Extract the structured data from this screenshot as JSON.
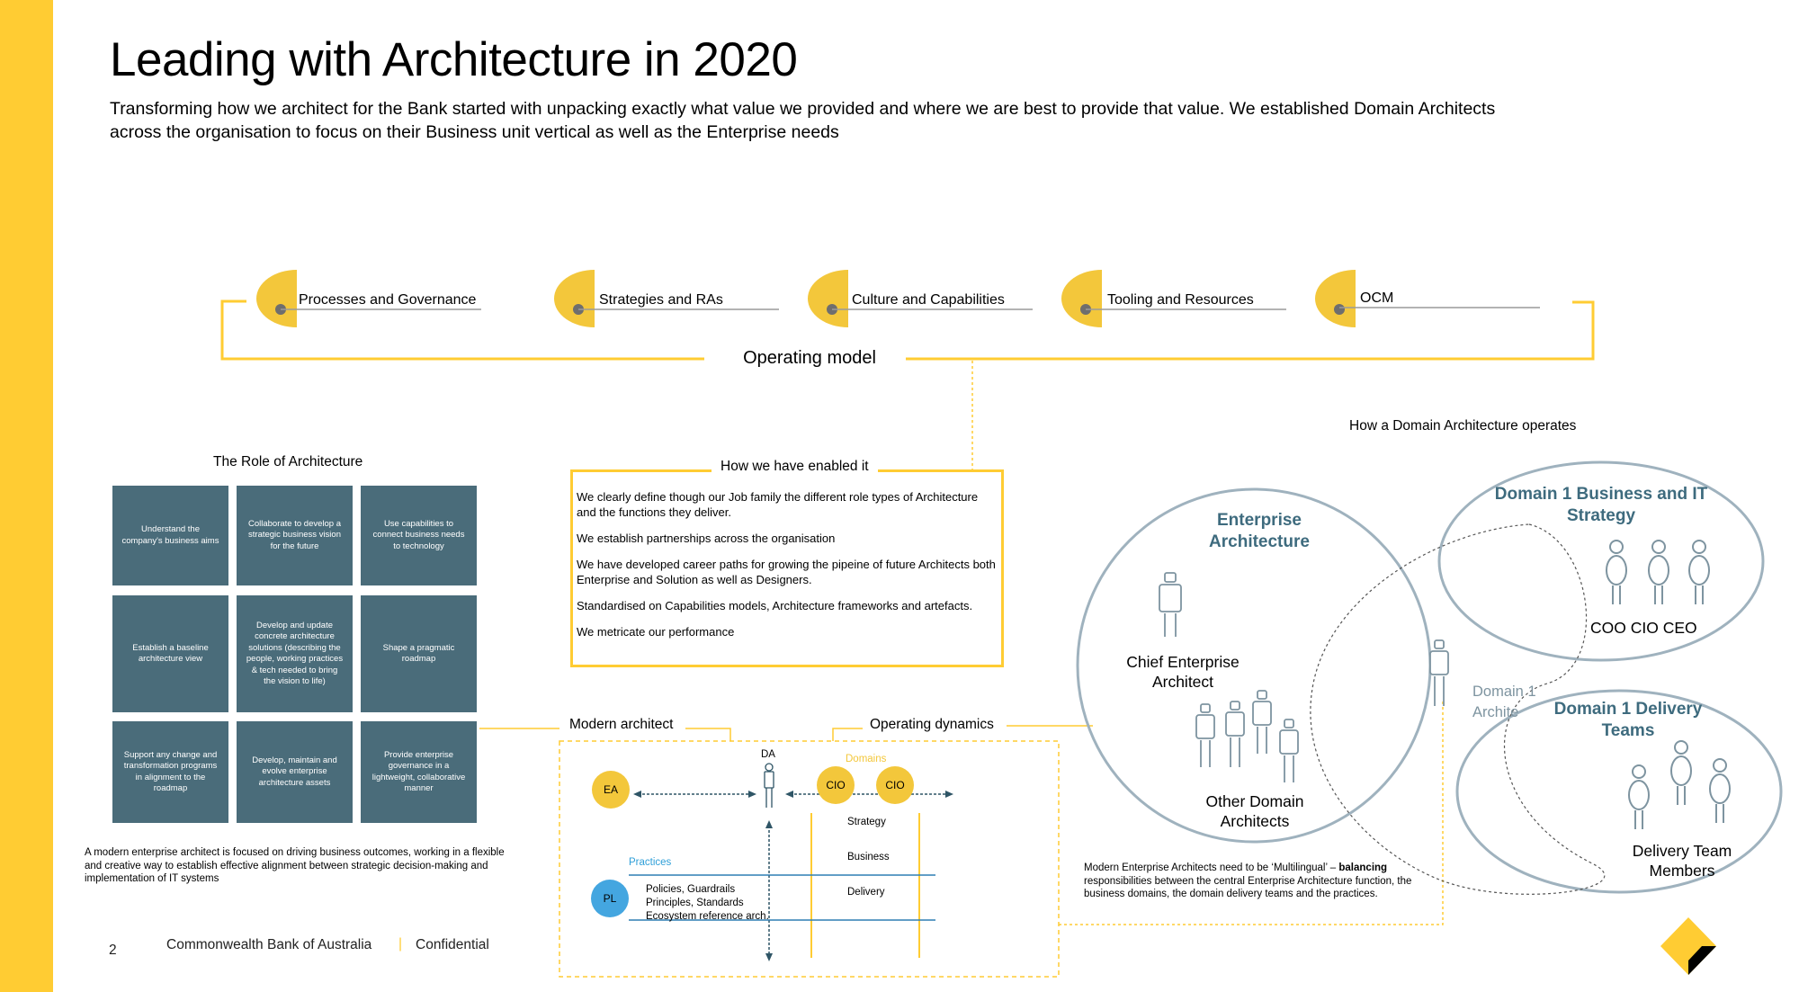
{
  "title": "Leading with Architecture in 2020",
  "intro": "Transforming how we architect for the Bank started with unpacking exactly what value we provided and where we are best to provide that value.  We established Domain Architects across the organisation to focus on their Business unit vertical as well as the Enterprise needs",
  "pillars": [
    "Processes and Governance",
    "Strategies and RAs",
    "Culture and Capabilities",
    "Tooling and Resources",
    "OCM"
  ],
  "operating_model": "Operating model",
  "role": {
    "heading": "The Role of Architecture",
    "tiles": [
      "Understand the company's business aims",
      "Collaborate to develop a strategic business vision for the future",
      "Use capabilities to connect business needs to technology",
      "Establish a baseline architecture view",
      "Develop and update concrete architecture solutions (describing the people, working practices & tech needed to bring the vision to life)",
      "Shape a pragmatic roadmap",
      "Support any change and transformation programs in alignment to the roadmap",
      "Develop, maintain and evolve enterprise architecture assets",
      "Provide enterprise governance in a lightweight, collaborative manner"
    ],
    "description": "A modern enterprise architect is focused on driving business outcomes, working in a flexible and creative way to establish effective alignment between strategic decision-making and implementation of IT systems"
  },
  "enabled": {
    "heading": "How we have enabled it",
    "items": [
      "We clearly define though our Job family the different role types of Architecture and the functions they deliver.",
      "We establish partnerships across the organisation",
      "We have developed career paths for growing the pipeine of future Architects both Enterprise and Solution as well as Designers.",
      "Standardised on Capabilities models, Architecture frameworks and artefacts.",
      "We metricate our performance"
    ]
  },
  "modern_architect": "Modern architect",
  "operating_dynamics": "Operating dynamics",
  "dynamics": {
    "ea": "EA",
    "da": "DA",
    "domains": "Domains",
    "cio1": "CIO",
    "cio2": "CIO",
    "practices": "Practices",
    "pl": "PL",
    "practices_text": [
      "Policies, Guardrails",
      "Principles, Standards",
      "Ecosystem reference arch."
    ],
    "rows": [
      "Strategy",
      "Business",
      "Delivery"
    ]
  },
  "domain_ops": {
    "heading": "How a Domain Architecture operates",
    "enterprise_title": "Enterprise Architecture",
    "chief": "Chief Enterprise Architect",
    "other": "Other Domain Architects",
    "domain1_strategy": "Domain 1 Business and IT Strategy",
    "execs": "COO CIO CEO",
    "domain1_delivery": "Domain 1 Delivery Teams",
    "delivery_members": "Delivery Team Members",
    "domain_architect_line1": "Domain 1",
    "domain_architect_line2": "Archite",
    "description_pre": "Modern Enterprise Architects need to be ‘Multilingual’ – ",
    "description_bold": "balancing",
    "description_post": " responsibilities between the central Enterprise Architecture function, the business domains, the domain delivery teams and the practices."
  },
  "footer": {
    "page": "2",
    "company": "Commonwealth Bank of Australia",
    "separator": "|",
    "classification": "Confidential"
  },
  "colors": {
    "accent": "#FFCC33",
    "tile": "#4A6C7A",
    "domain_blue": "#3E6B7E",
    "circle_border": "#9FB2BE"
  }
}
